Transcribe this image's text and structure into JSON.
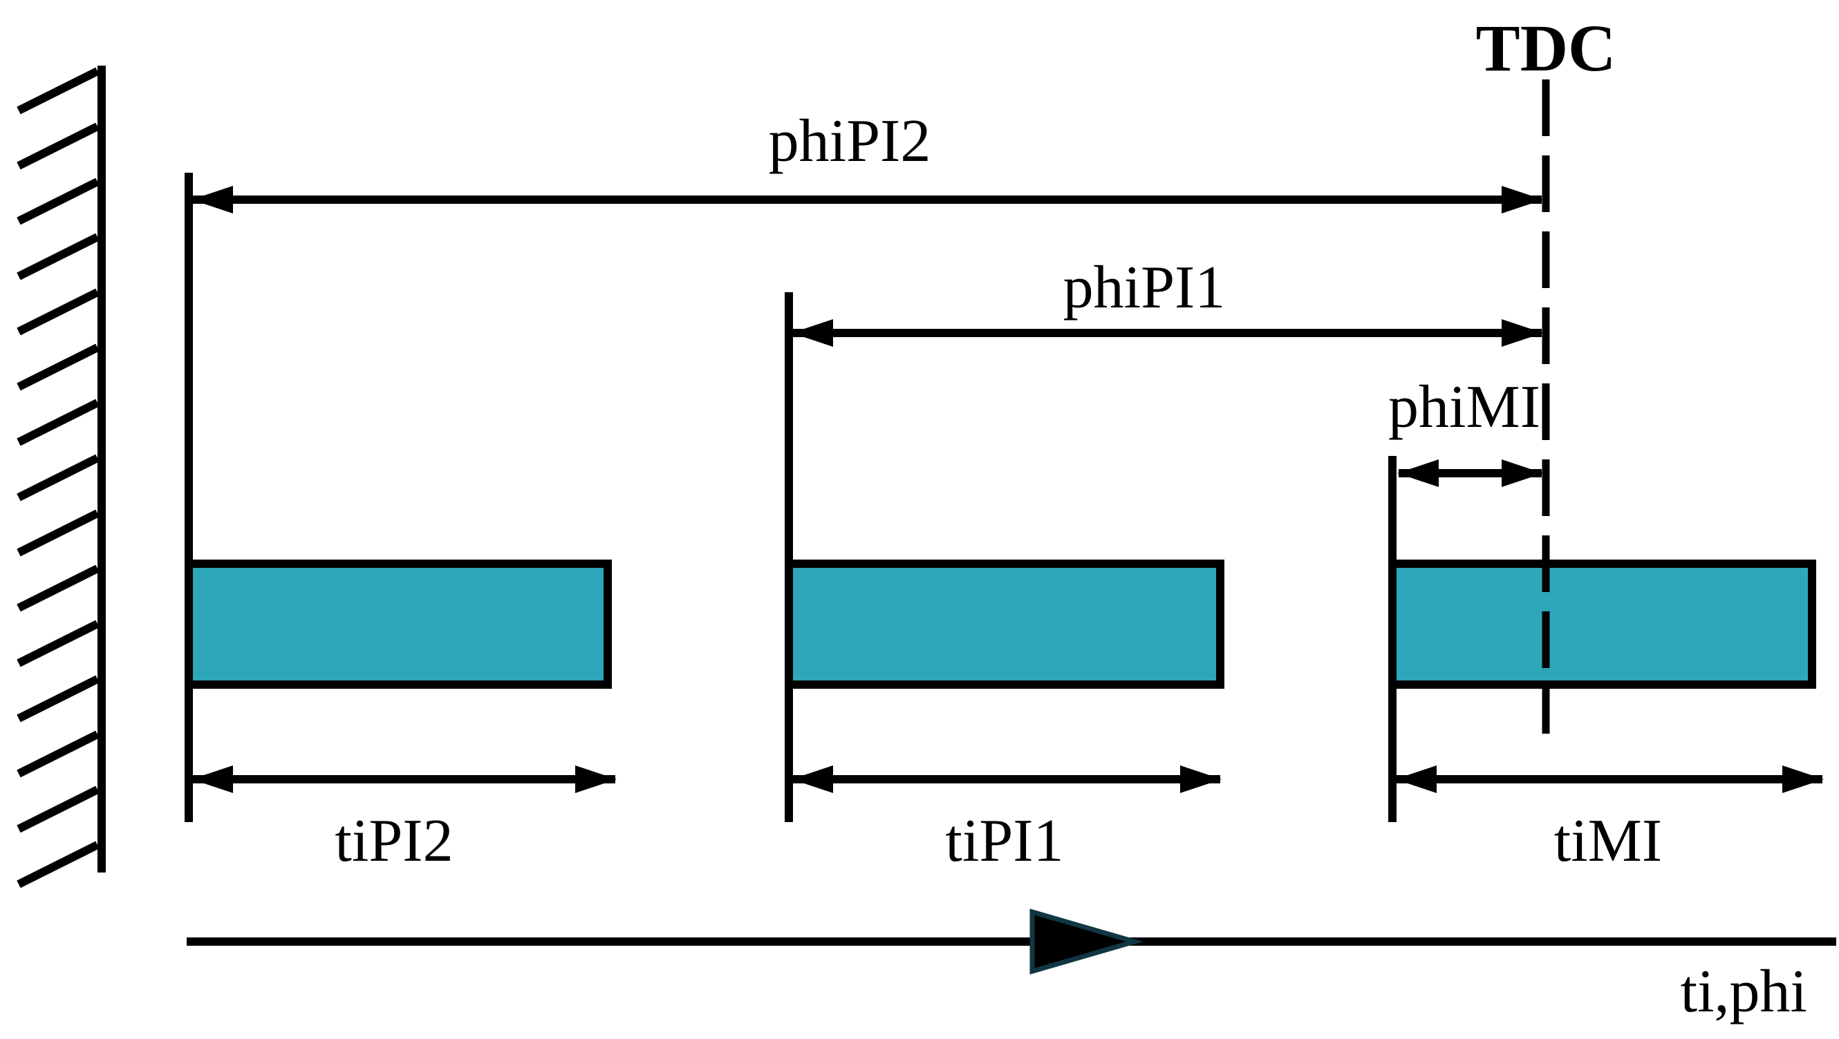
{
  "diagram": {
    "type": "injection-timing-diagram",
    "top_marker_label": "TDC",
    "axis_label": "ti,phi",
    "pulses": [
      {
        "id": "PI2",
        "phase_label": "phiPI2",
        "duration_label": "tiPI2"
      },
      {
        "id": "PI1",
        "phase_label": "phiPI1",
        "duration_label": "tiPI1"
      },
      {
        "id": "MI",
        "phase_label": "phiMI",
        "duration_label": "tiMI"
      }
    ],
    "colors": {
      "pulse_fill": "#2ea7bb",
      "stroke": "#000000",
      "axis_arrowhead_outline": "#113743",
      "background": "#ffffff"
    }
  }
}
